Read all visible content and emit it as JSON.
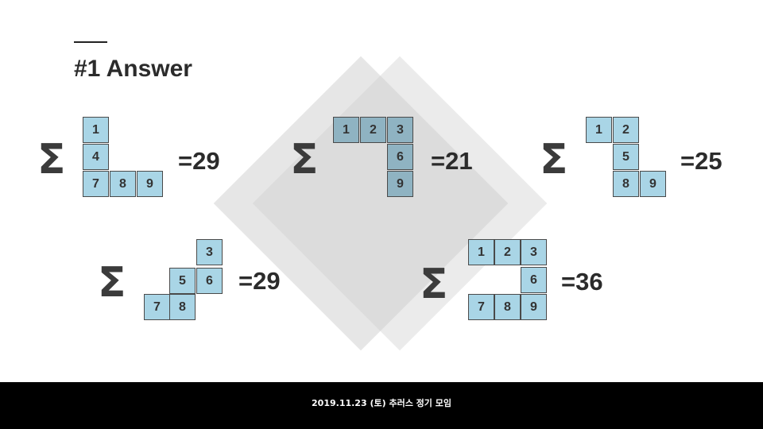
{
  "slide": {
    "title": "#1 Answer",
    "footer": "2019.11.23 (토) 추러스 정기 모임"
  },
  "colors": {
    "cell_fill": "#a9d5e6",
    "cell_fill_shaded": "#8fb3c2",
    "cell_border": "#4a4a4a",
    "text_dark": "#2b2b2b",
    "footer_bg": "#000000"
  },
  "sum_symbol": "Σ",
  "puzzles": [
    {
      "cells": [
        "1",
        "4",
        "7",
        "8",
        "9"
      ],
      "result": "=29"
    },
    {
      "cells": [
        "1",
        "2",
        "3",
        "6",
        "9"
      ],
      "result": "=21"
    },
    {
      "cells": [
        "1",
        "2",
        "5",
        "8",
        "9"
      ],
      "result": "=25"
    },
    {
      "cells": [
        "3",
        "5",
        "6",
        "7",
        "8"
      ],
      "result": "=29"
    },
    {
      "cells": [
        "1",
        "2",
        "3",
        "6",
        "7",
        "8",
        "9"
      ],
      "result": "=36"
    }
  ]
}
